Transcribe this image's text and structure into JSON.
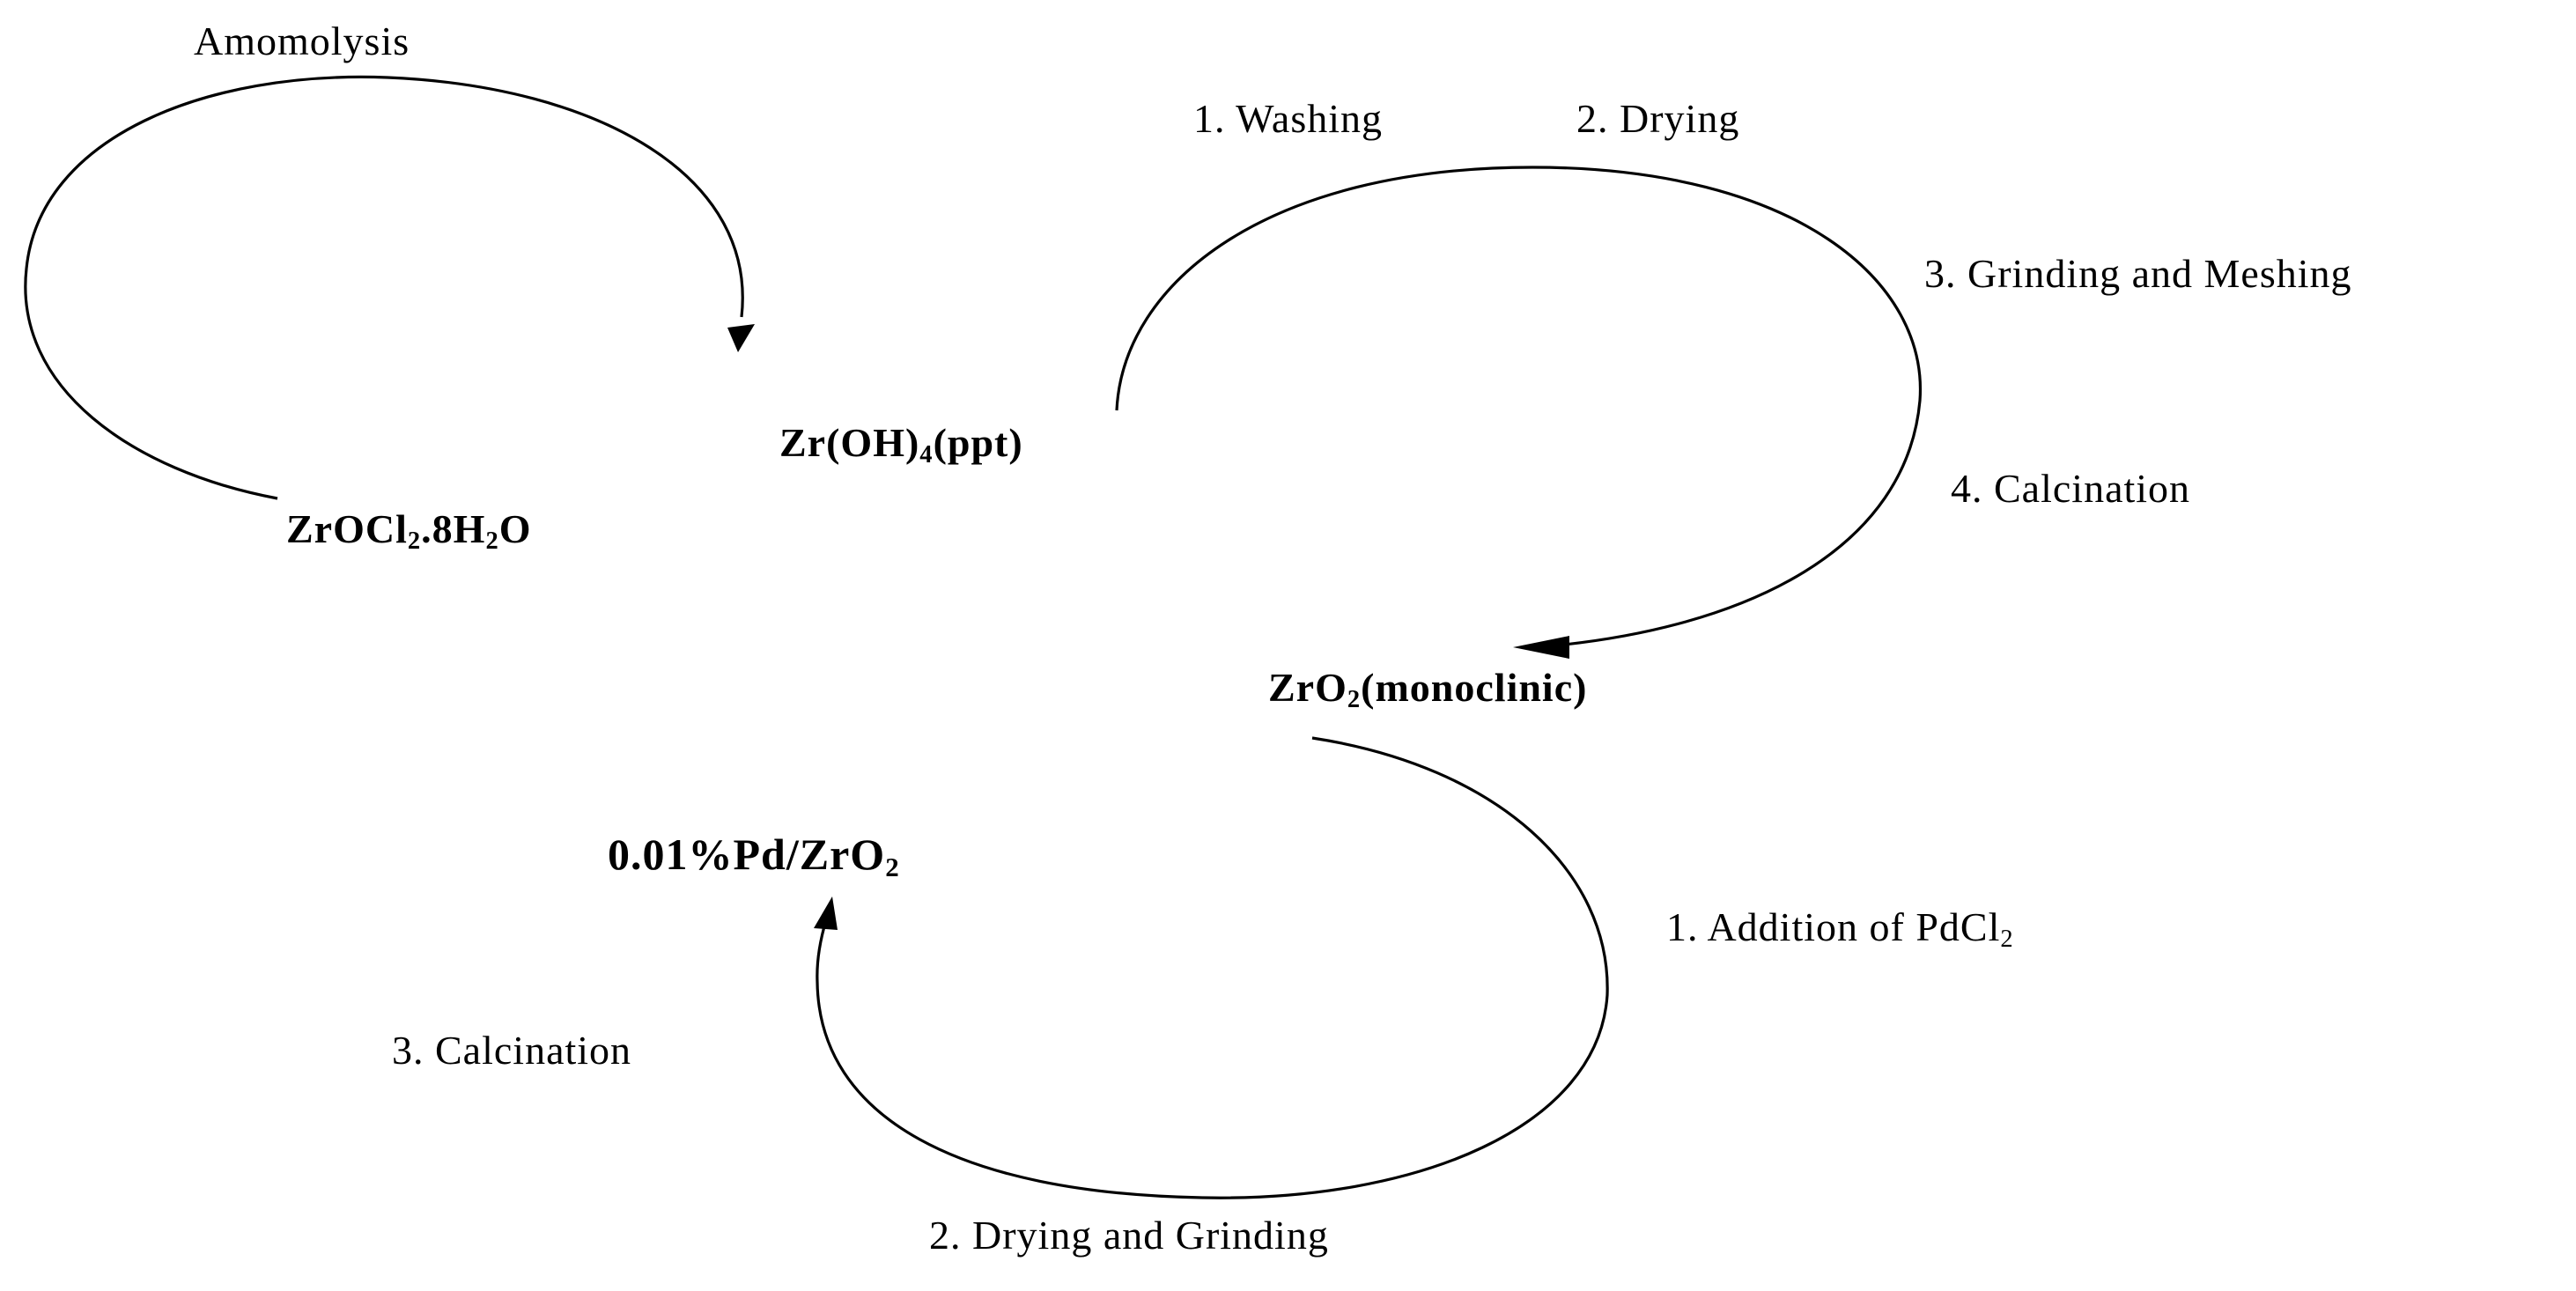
{
  "steps": {
    "amomolysis": "Amomolysis",
    "washing": "1. Washing",
    "drying": "2. Drying",
    "grinding_meshing": "3. Grinding and Meshing",
    "calcination_4": "4. Calcination",
    "addition_of": "1. Addition of PdCl",
    "addition_sub": "2",
    "drying_grinding": "2. Drying and Grinding",
    "calcination_3": "3. Calcination"
  },
  "compounds": {
    "zirconyl": {
      "a": "ZrOCl",
      "s1": "2",
      "b": ".8H",
      "s2": "2",
      "c": "O"
    },
    "hydroxide": {
      "a": "Zr(OH)",
      "s1": "4",
      "b": "(ppt)"
    },
    "zirconia": {
      "a": "ZrO",
      "s1": "2",
      "b": "(monoclinic)"
    },
    "catalyst": {
      "a": "0.01%Pd/ZrO",
      "s1": "2"
    }
  },
  "colors": {
    "ink": "#000000",
    "background": "#ffffff"
  }
}
